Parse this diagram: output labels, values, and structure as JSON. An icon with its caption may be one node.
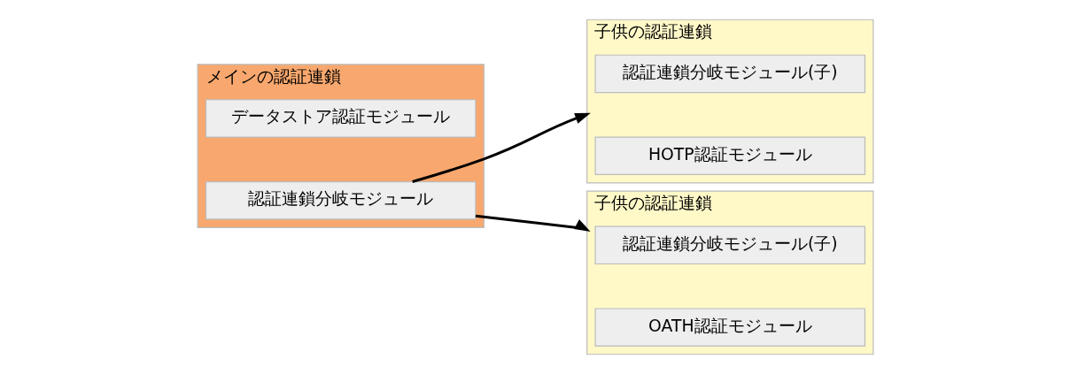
{
  "diagram": {
    "nodes": [
      {
        "text": [
          "メインの認証連鎖"
        ]
      },
      {
        "text": [
          "データストア認証モジュール"
        ],
        "in": 0
      },
      {
        "text": [
          "認証連鎖分岐モジュール"
        ],
        "in": 0
      },
      {
        "text": [
          "子供の認証連鎖"
        ]
      },
      {
        "text": [
          "認証連鎖分岐モジュール(子)"
        ],
        "in": 3
      },
      {
        "text": [
          "HOTP認証モジュール"
        ],
        "in": 3
      },
      {
        "text": [
          "子供の認証連鎖"
        ]
      },
      {
        "text": [
          "認証連鎖分岐モジュール(子)"
        ],
        "in": 6
      },
      {
        "text": [
          "OATH認証モジュール"
        ],
        "in": 6
      }
    ],
    "edges": [
      {
        "from": 2,
        "to": 3,
        "arrow": "to"
      },
      {
        "from": 2,
        "to": 6,
        "arrow": "to"
      }
    ]
  }
}
